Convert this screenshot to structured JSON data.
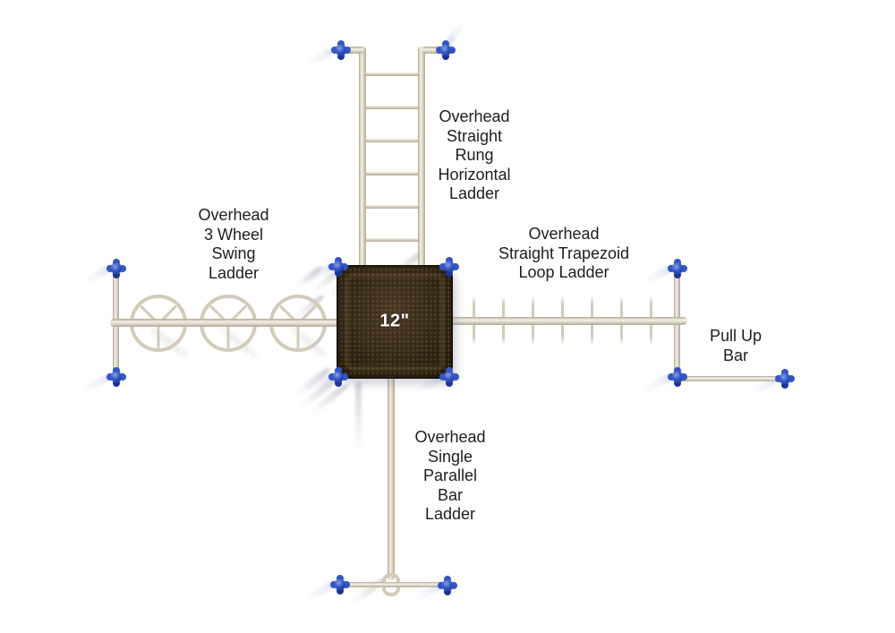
{
  "colors": {
    "bg": "#ffffff",
    "tube": "#ddd6c6",
    "tube_edge": "#b1a795",
    "tube_highlight": "#f5f1e7",
    "rung": "#d2cbba",
    "platform_dark": "#211808",
    "platform_mid": "#362a19",
    "platform_bevel": "#4a3a24",
    "connector_blue": "#3355c6",
    "connector_dark": "#1b3596",
    "connector_light": "#8ba0e4",
    "label_text": "#1d1d1d",
    "dimension_text": "#ffffff"
  },
  "platform": {
    "dimension_label": "12\""
  },
  "labels": {
    "top_ladder": {
      "lines": [
        "Overhead",
        "Straight",
        "Rung",
        "Horizontal",
        "Ladder"
      ]
    },
    "wheel_ladder": {
      "lines": [
        "Overhead",
        "3 Wheel",
        "Swing",
        "Ladder"
      ]
    },
    "trapezoid_ladder": {
      "lines": [
        "Overhead",
        "Straight Trapezoid",
        "Loop Ladder"
      ]
    },
    "pull_up_bar": {
      "lines": [
        "Pull Up",
        "Bar"
      ]
    },
    "parallel_bar_ladder": {
      "lines": [
        "Overhead",
        "Single",
        "Parallel",
        "Bar",
        "Ladder"
      ]
    }
  },
  "structure": {
    "rung_count": 6,
    "wheel_count": 3,
    "trapezoid_loop_count": 7,
    "connector_count": 13
  }
}
